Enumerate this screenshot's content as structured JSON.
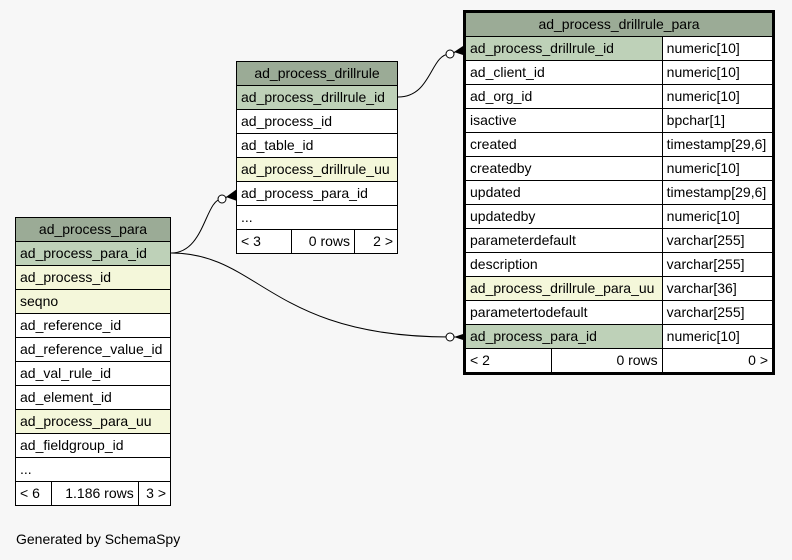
{
  "footer": "Generated by SchemaSpy",
  "tables": {
    "para": {
      "name": "ad_process_para",
      "columns": [
        {
          "name": "ad_process_para_id",
          "kind": "pk"
        },
        {
          "name": "ad_process_id",
          "kind": "idx"
        },
        {
          "name": "seqno",
          "kind": "idx"
        },
        {
          "name": "ad_reference_id",
          "kind": ""
        },
        {
          "name": "ad_reference_value_id",
          "kind": ""
        },
        {
          "name": "ad_val_rule_id",
          "kind": ""
        },
        {
          "name": "ad_element_id",
          "kind": ""
        },
        {
          "name": "ad_process_para_uu",
          "kind": "idx"
        },
        {
          "name": "ad_fieldgroup_id",
          "kind": ""
        },
        {
          "name": "...",
          "kind": ""
        }
      ],
      "footer": {
        "parents": "< 6",
        "rows": "1.186 rows",
        "children": "3 >"
      }
    },
    "drillrule": {
      "name": "ad_process_drillrule",
      "columns": [
        {
          "name": "ad_process_drillrule_id",
          "kind": "pk"
        },
        {
          "name": "ad_process_id",
          "kind": ""
        },
        {
          "name": "ad_table_id",
          "kind": ""
        },
        {
          "name": "ad_process_drillrule_uu",
          "kind": "idx"
        },
        {
          "name": "ad_process_para_id",
          "kind": ""
        },
        {
          "name": "...",
          "kind": ""
        }
      ],
      "footer": {
        "parents": "< 3",
        "rows": "0 rows",
        "children": "2 >"
      }
    },
    "drillrule_para": {
      "name": "ad_process_drillrule_para",
      "columns": [
        {
          "name": "ad_process_drillrule_id",
          "type": "numeric[10]",
          "kind": "pk"
        },
        {
          "name": "ad_client_id",
          "type": "numeric[10]",
          "kind": ""
        },
        {
          "name": "ad_org_id",
          "type": "numeric[10]",
          "kind": ""
        },
        {
          "name": "isactive",
          "type": "bpchar[1]",
          "kind": ""
        },
        {
          "name": "created",
          "type": "timestamp[29,6]",
          "kind": ""
        },
        {
          "name": "createdby",
          "type": "numeric[10]",
          "kind": ""
        },
        {
          "name": "updated",
          "type": "timestamp[29,6]",
          "kind": ""
        },
        {
          "name": "updatedby",
          "type": "numeric[10]",
          "kind": ""
        },
        {
          "name": "parameterdefault",
          "type": "varchar[255]",
          "kind": ""
        },
        {
          "name": "description",
          "type": "varchar[255]",
          "kind": ""
        },
        {
          "name": "ad_process_drillrule_para_uu",
          "type": "varchar[36]",
          "kind": "idx"
        },
        {
          "name": "parametertodefault",
          "type": "varchar[255]",
          "kind": ""
        },
        {
          "name": "ad_process_para_id",
          "type": "numeric[10]",
          "kind": "pk"
        }
      ],
      "footer": {
        "parents": "< 2",
        "rows": "0 rows",
        "children": "0 >"
      }
    }
  }
}
